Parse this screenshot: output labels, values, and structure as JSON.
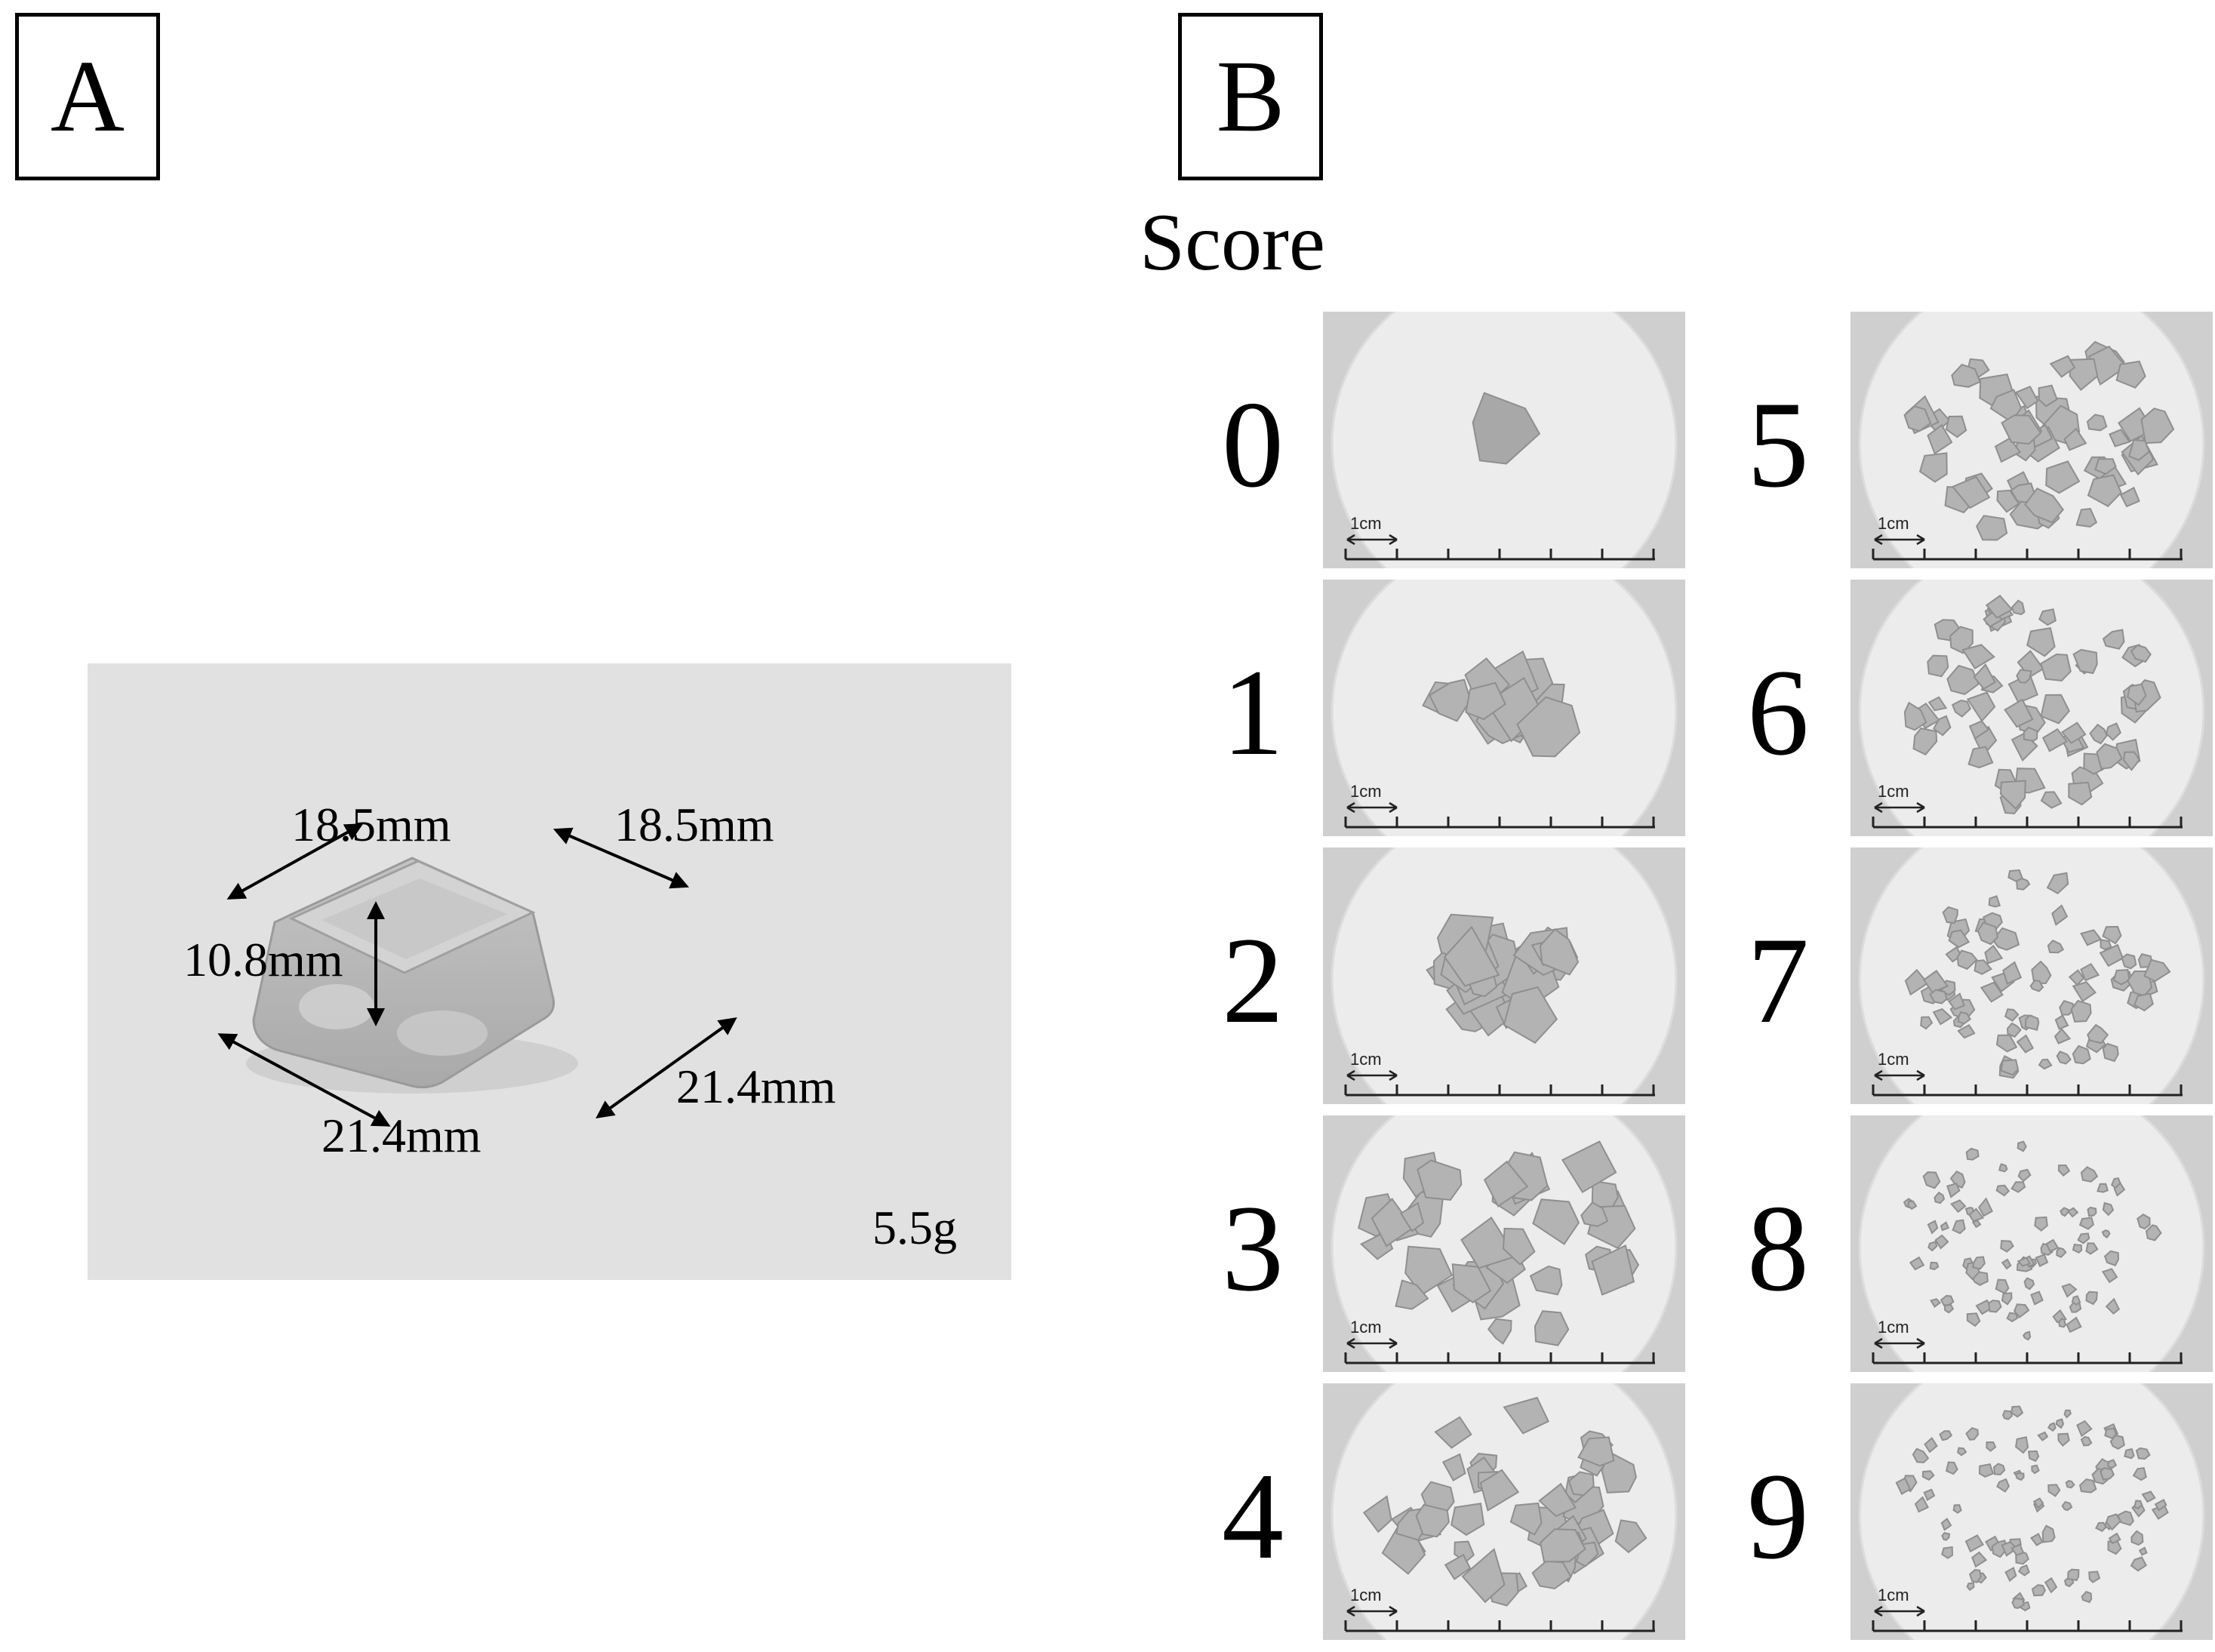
{
  "panel_a": {
    "label": "A",
    "dimensions": {
      "top_left": "18.5mm",
      "top_right": "18.5mm",
      "height": "10.8mm",
      "bottom_left": "21.4mm",
      "bottom_right": "21.4mm"
    },
    "weight": "5.5g"
  },
  "panel_b": {
    "label": "B",
    "score_title": "Score",
    "scale_label": "1cm",
    "scores": [
      "0",
      "1",
      "2",
      "3",
      "4",
      "5",
      "6",
      "7",
      "8",
      "9"
    ]
  }
}
